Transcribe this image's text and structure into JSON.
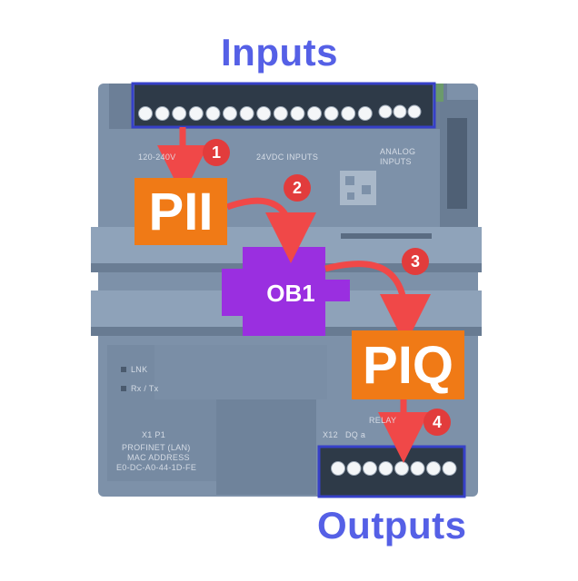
{
  "labels": {
    "inputs": "Inputs",
    "outputs": "Outputs",
    "pii": "PII",
    "ob1": "OB1",
    "piq": "PIQ"
  },
  "steps": [
    "1",
    "2",
    "3",
    "4"
  ],
  "device_text": {
    "input_voltage": "120-240V",
    "input_type": "24VDC INPUTS",
    "analog": "ANALOG",
    "analog_inputs": "INPUTS",
    "lnk": "LNK",
    "rx_tx": "Rx / Tx",
    "port": "X1 P1",
    "profinet": "PROFINET (LAN)",
    "mac_label": "MAC ADDRESS",
    "mac_value": "E0-DC-A0-44-1D-FE",
    "relay": "RELAY",
    "x12": "X12",
    "dq_a": "DQ a"
  },
  "colors": {
    "heading": "#5560e6",
    "tag": "#f07a16",
    "ob1": "#9a2fe0",
    "arrow": "#f04848",
    "step": "#e23c3c",
    "plc_body": "#7f93ab"
  }
}
